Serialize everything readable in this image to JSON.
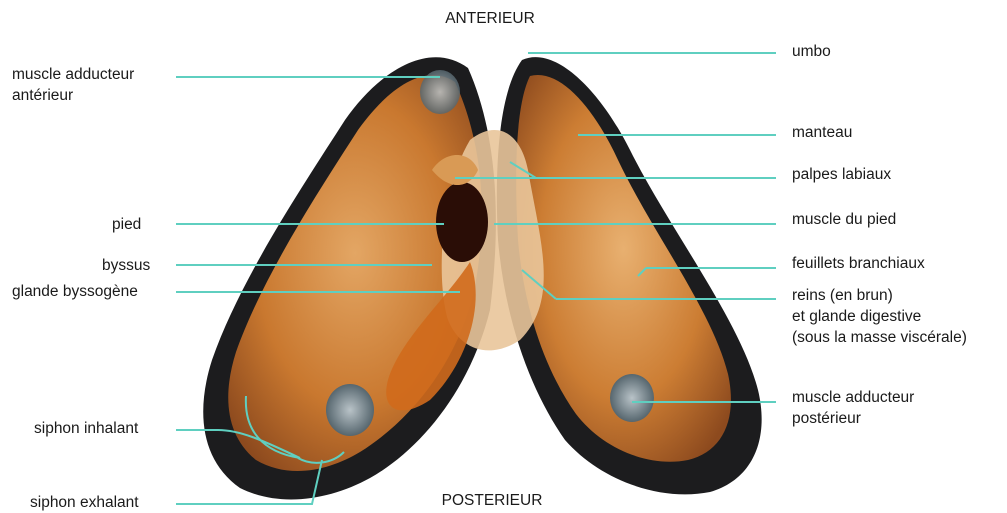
{
  "orientation": {
    "top": "ANTERIEUR",
    "bottom": "POSTERIEUR"
  },
  "labels_left": {
    "muscle_adducteur_anterieur": [
      "muscle adducteur",
      "antérieur"
    ],
    "pied": "pied",
    "byssus": "byssus",
    "glande_byssogene": "glande byssogène",
    "siphon_inhalant": "siphon inhalant",
    "siphon_exhalant": "siphon exhalant"
  },
  "labels_right": {
    "umbo": "umbo",
    "manteau": "manteau",
    "palpes_labiaux": "palpes labiaux",
    "muscle_du_pied": "muscle du pied",
    "feuillets_branchiaux": "feuillets branchiaux",
    "reins": [
      "reins (en brun)",
      "et glande digestive",
      "(sous la masse viscérale)"
    ],
    "muscle_adducteur_posterieur": [
      "muscle adducteur",
      "postérieur"
    ]
  },
  "colors": {
    "leader_line": "#5fcfc0",
    "shell_dark": "#1c1c1e",
    "flesh_orange": "#c9772f",
    "flesh_light": "#e0a25f",
    "foot_dark": "#2a0d06"
  }
}
